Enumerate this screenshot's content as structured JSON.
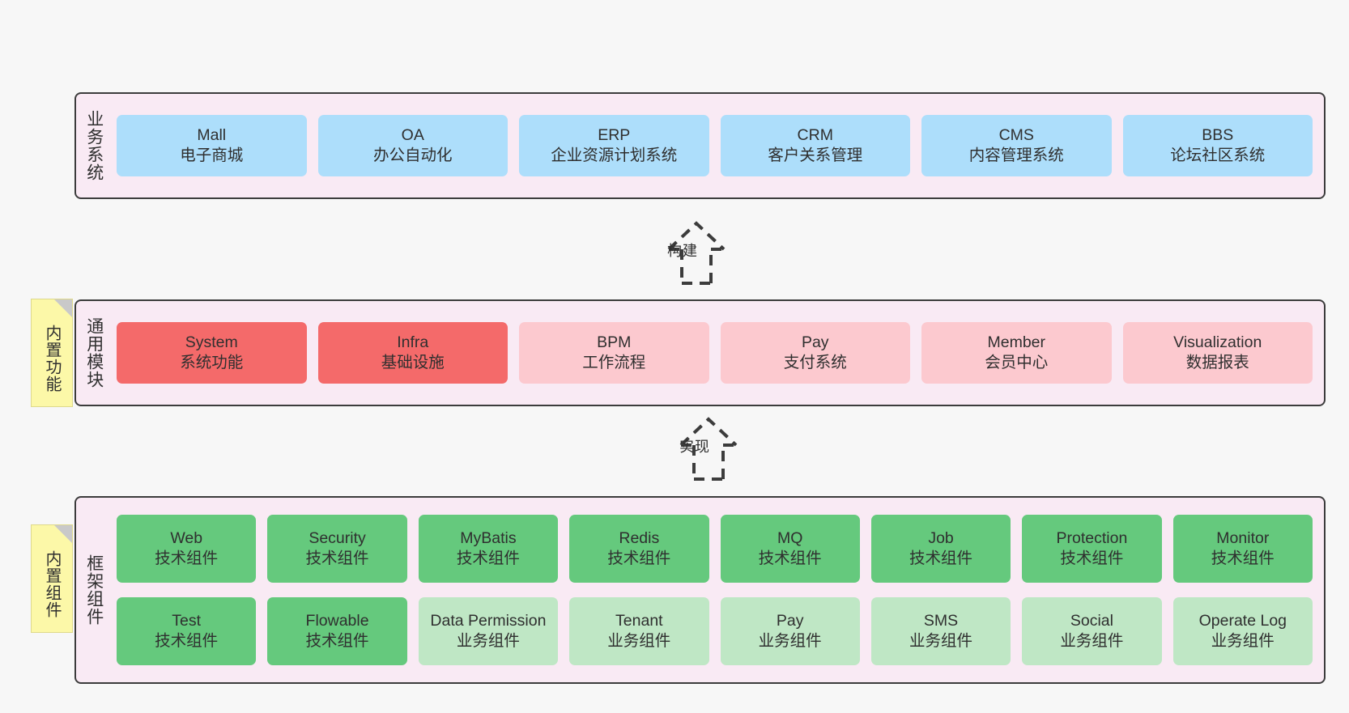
{
  "diagram": {
    "background": "#f7f7f7",
    "layer_fill": "#f9eaf4",
    "layer_border": "#3c3c3c",
    "sticky_fill": "#fcf8a8"
  },
  "layers": [
    {
      "id": "business",
      "title": "业务系统",
      "rows": [
        {
          "cards": [
            {
              "name": "Mall",
              "subtitle": "电子商城",
              "color": "#addefb",
              "style": "c-blue"
            },
            {
              "name": "OA",
              "subtitle": "办公自动化",
              "color": "#addefb",
              "style": "c-blue"
            },
            {
              "name": "ERP",
              "subtitle": "企业资源计划系统",
              "color": "#addefb",
              "style": "c-blue"
            },
            {
              "name": "CRM",
              "subtitle": "客户关系管理",
              "color": "#addefb",
              "style": "c-blue"
            },
            {
              "name": "CMS",
              "subtitle": "内容管理系统",
              "color": "#addefb",
              "style": "c-blue"
            },
            {
              "name": "BBS",
              "subtitle": "论坛社区系统",
              "color": "#addefb",
              "style": "c-blue"
            }
          ]
        }
      ]
    },
    {
      "id": "modules",
      "title": "通用模块",
      "sticky": "内置功能",
      "rows": [
        {
          "cards": [
            {
              "name": "System",
              "subtitle": "系统功能",
              "color": "#f46a6a",
              "style": "c-red"
            },
            {
              "name": "Infra",
              "subtitle": "基础设施",
              "color": "#f46a6a",
              "style": "c-red"
            },
            {
              "name": "BPM",
              "subtitle": "工作流程",
              "color": "#fcc9cf",
              "style": "c-pink"
            },
            {
              "name": "Pay",
              "subtitle": "支付系统",
              "color": "#fcc9cf",
              "style": "c-pink"
            },
            {
              "name": "Member",
              "subtitle": "会员中心",
              "color": "#fcc9cf",
              "style": "c-pink"
            },
            {
              "name": "Visualization",
              "subtitle": "数据报表",
              "color": "#fcc9cf",
              "style": "c-pink"
            }
          ]
        }
      ]
    },
    {
      "id": "framework",
      "title": "框架组件",
      "sticky": "内置组件",
      "rows": [
        {
          "cards": [
            {
              "name": "Web",
              "subtitle": "技术组件",
              "color": "#65c97d",
              "style": "c-green-dark"
            },
            {
              "name": "Security",
              "subtitle": "技术组件",
              "color": "#65c97d",
              "style": "c-green-dark"
            },
            {
              "name": "MyBatis",
              "subtitle": "技术组件",
              "color": "#65c97d",
              "style": "c-green-dark"
            },
            {
              "name": "Redis",
              "subtitle": "技术组件",
              "color": "#65c97d",
              "style": "c-green-dark"
            },
            {
              "name": "MQ",
              "subtitle": "技术组件",
              "color": "#65c97d",
              "style": "c-green-dark"
            },
            {
              "name": "Job",
              "subtitle": "技术组件",
              "color": "#65c97d",
              "style": "c-green-dark"
            },
            {
              "name": "Protection",
              "subtitle": "技术组件",
              "color": "#65c97d",
              "style": "c-green-dark"
            },
            {
              "name": "Monitor",
              "subtitle": "技术组件",
              "color": "#65c97d",
              "style": "c-green-dark"
            }
          ]
        },
        {
          "cards": [
            {
              "name": "Test",
              "subtitle": "技术组件",
              "color": "#65c97d",
              "style": "c-green-dark"
            },
            {
              "name": "Flowable",
              "subtitle": "技术组件",
              "color": "#65c97d",
              "style": "c-green-dark"
            },
            {
              "name": "Data Permission",
              "subtitle": "业务组件",
              "color": "#bfe7c5",
              "style": "c-green-light"
            },
            {
              "name": "Tenant",
              "subtitle": "业务组件",
              "color": "#bfe7c5",
              "style": "c-green-light"
            },
            {
              "name": "Pay",
              "subtitle": "业务组件",
              "color": "#bfe7c5",
              "style": "c-green-light"
            },
            {
              "name": "SMS",
              "subtitle": "业务组件",
              "color": "#bfe7c5",
              "style": "c-green-light"
            },
            {
              "name": "Social",
              "subtitle": "业务组件",
              "color": "#bfe7c5",
              "style": "c-green-light"
            },
            {
              "name": "Operate Log",
              "subtitle": "业务组件",
              "color": "#bfe7c5",
              "style": "c-green-light"
            }
          ]
        }
      ]
    }
  ],
  "connectors": [
    {
      "id": "build",
      "label": "构建",
      "from": "modules",
      "to": "business",
      "style": "dashed-hollow-arrow"
    },
    {
      "id": "impl",
      "label": "实现",
      "from": "framework",
      "to": "modules",
      "style": "dashed-hollow-arrow"
    }
  ]
}
